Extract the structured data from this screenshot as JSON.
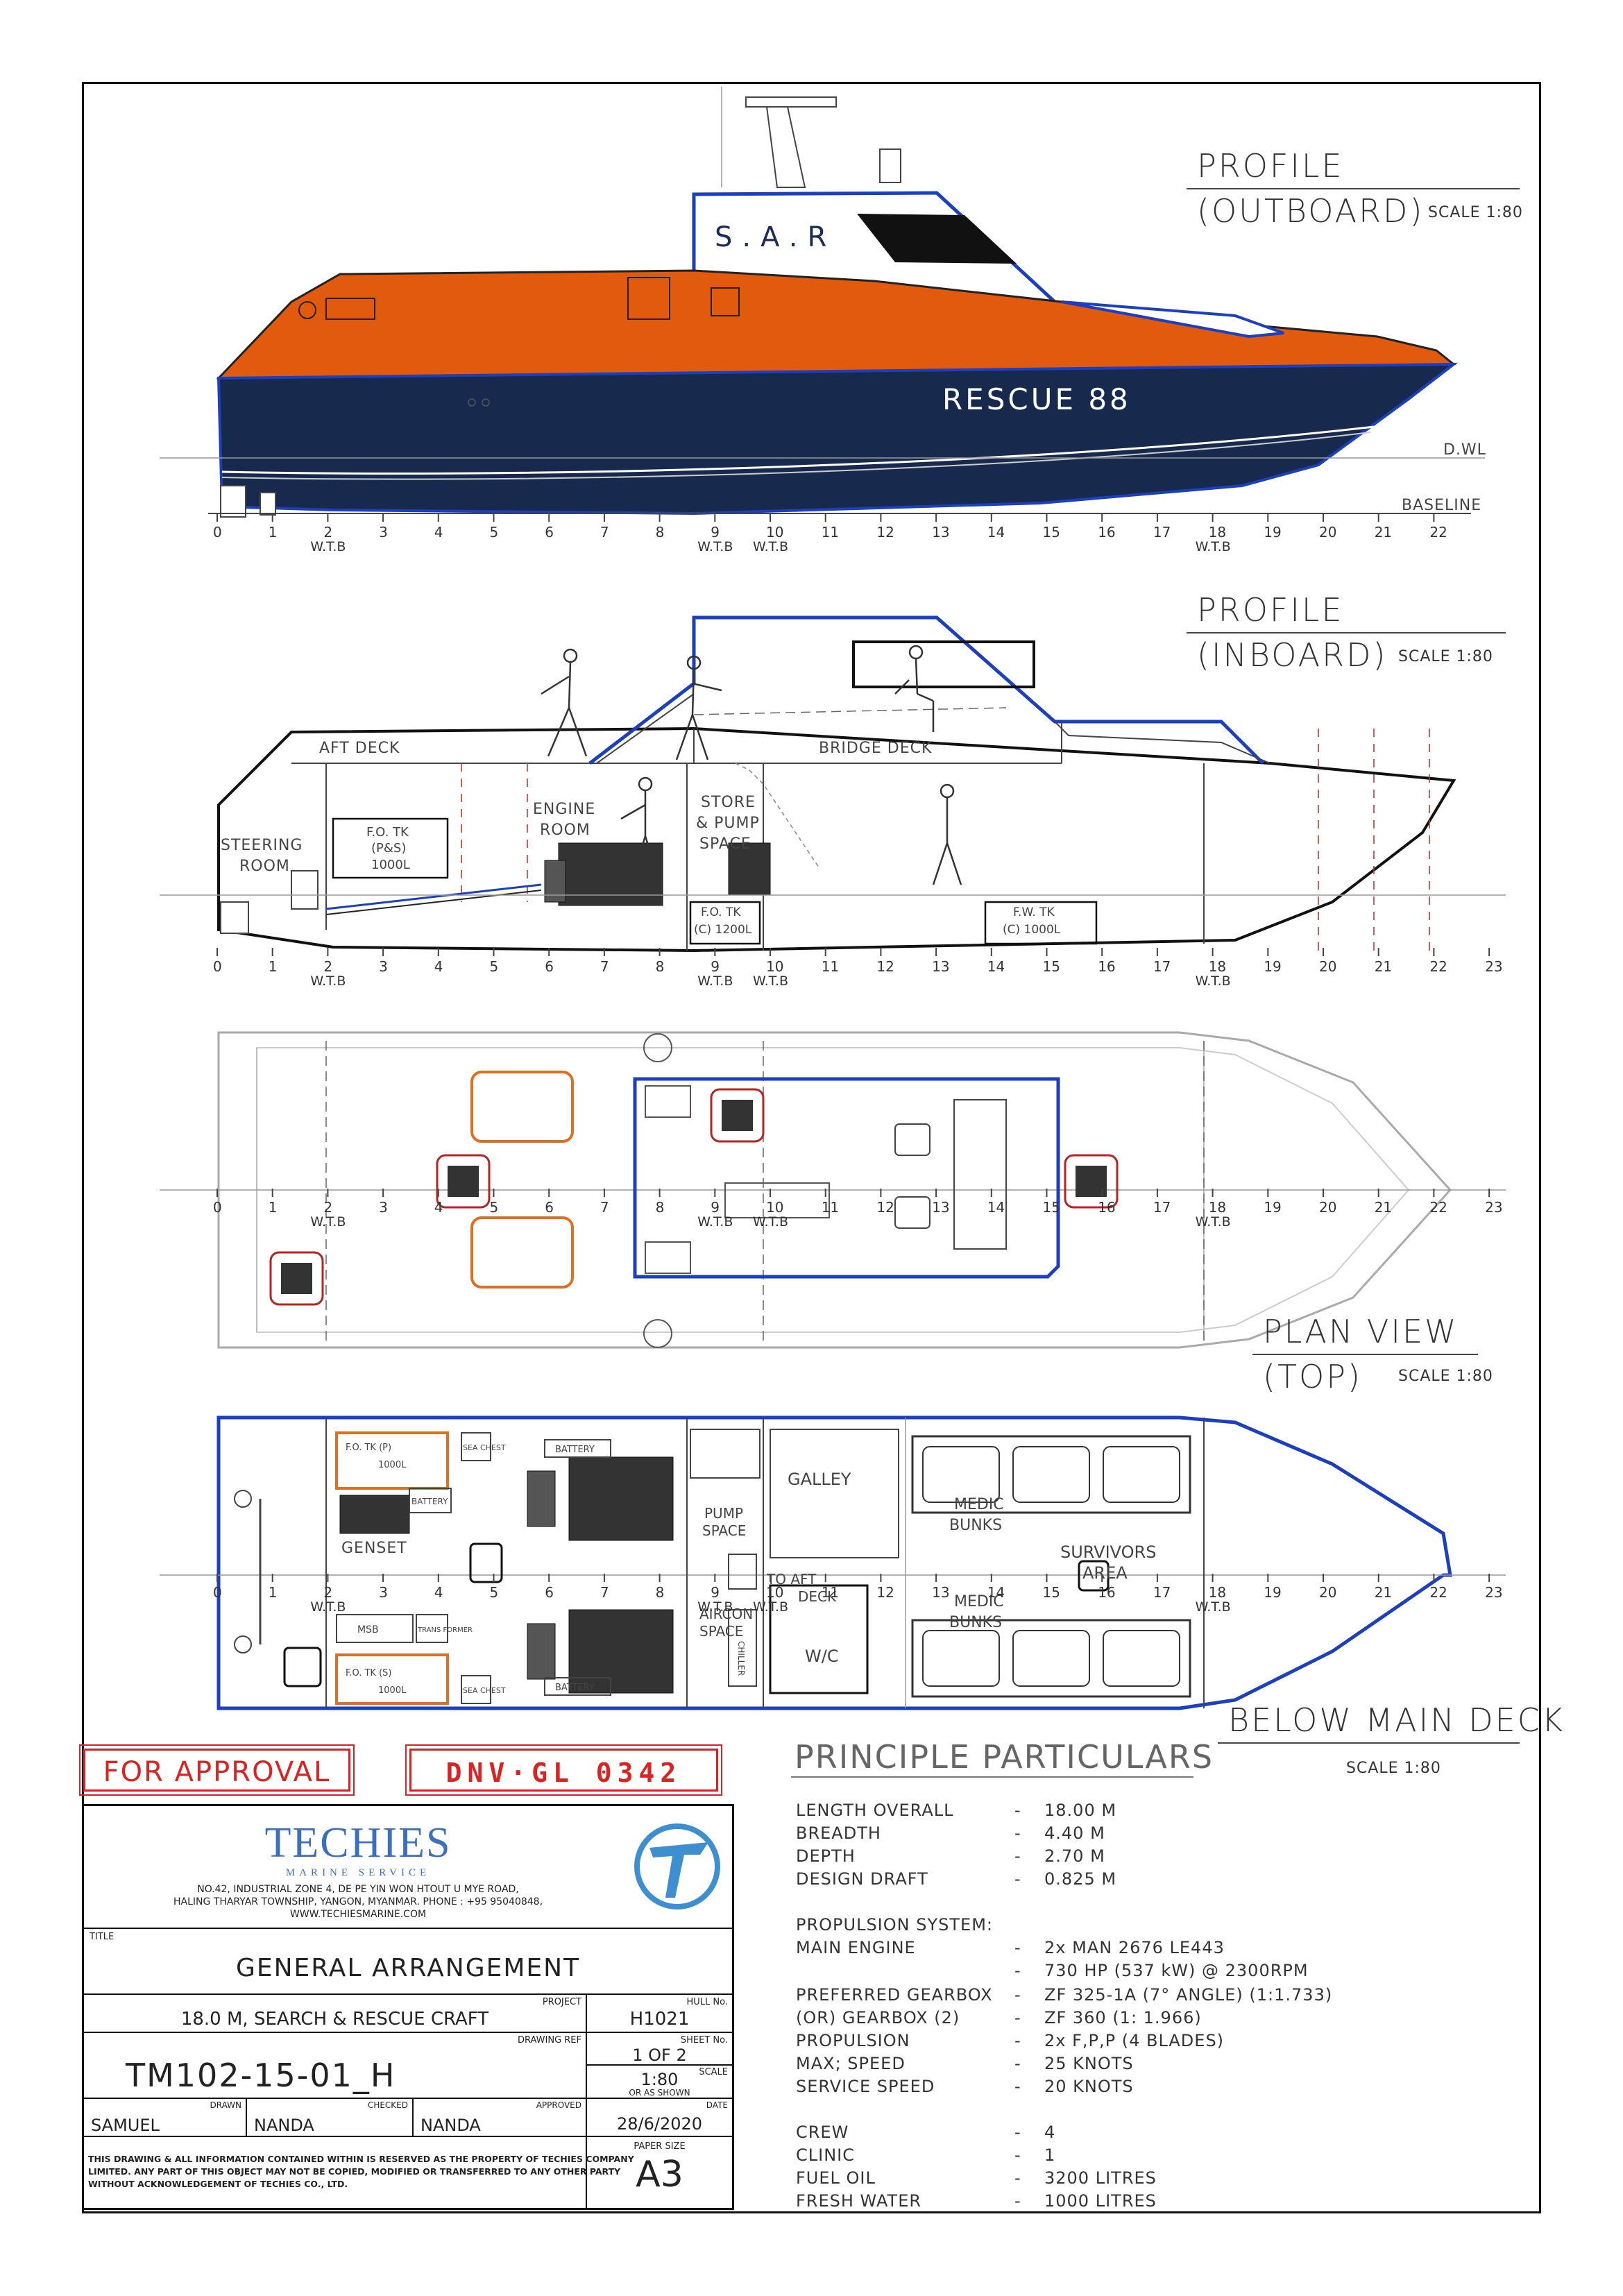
{
  "views": {
    "outboard": {
      "title1": "PROFILE",
      "title2": "(OUTBOARD)",
      "scale": "SCALE 1:80",
      "cabin_text": "S.A.R",
      "hull_text": "RESCUE 88",
      "dwl": "D.WL",
      "baseline": "BASELINE"
    },
    "inboard": {
      "title1": "PROFILE",
      "title2": "(INBOARD)",
      "scale": "SCALE 1:80"
    },
    "plan": {
      "title1": "PLAN VIEW",
      "title2": "(TOP)",
      "scale": "SCALE 1:80"
    },
    "below": {
      "title": "BELOW MAIN DECK",
      "scale": "SCALE 1:80"
    }
  },
  "frames": [
    "0",
    "1",
    "2",
    "3",
    "4",
    "5",
    "6",
    "7",
    "8",
    "9",
    "10",
    "11",
    "12",
    "13",
    "14",
    "15",
    "16",
    "17",
    "18",
    "19",
    "20",
    "21",
    "22",
    "23"
  ],
  "wtb_label": "W.T.B",
  "inboard_labels": {
    "aft_deck": "AFT DECK",
    "bridge_deck": "BRIDGE DECK",
    "steering_1": "STEERING",
    "steering_2": "ROOM",
    "fo_tk_1": "F.O. TK",
    "fo_tk_2": "(P&S)",
    "fo_tk_3": "1000L",
    "engine_1": "ENGINE",
    "engine_2": "ROOM",
    "store_1": "STORE",
    "store_2": "& PUMP",
    "store_3": "SPACE",
    "fo_c_1": "F.O. TK",
    "fo_c_2": "(C) 1200L",
    "fw_1": "F.W. TK",
    "fw_2": "(C) 1000L"
  },
  "below_labels": {
    "fo_p": "F.O. TK (P)",
    "fo_p_vol": "1000L",
    "fo_s": "F.O. TK (S)",
    "fo_s_vol": "1000L",
    "sea_chest": "SEA CHEST",
    "battery": "BATTERY",
    "genset": "GENSET",
    "msb": "MSB",
    "transformer": "TRANS FORMER",
    "pump_space_1": "PUMP",
    "pump_space_2": "SPACE",
    "aircon_1": "AIRCON",
    "aircon_2": "SPACE",
    "chiller": "CHILLER",
    "galley": "GALLEY",
    "to_aft_deck_1": "TO AFT",
    "to_aft_deck_2": "DECK",
    "wc": "W/C",
    "medic_1": "MEDIC",
    "medic_2": "BUNKS",
    "survivors_1": "SURVIVORS",
    "survivors_2": "AREA"
  },
  "stamps": {
    "approval": "FOR APPROVAL",
    "class": "DNV·GL 0342"
  },
  "company": {
    "name": "TECHIES",
    "sub": "MARINE SERVICE",
    "addr1": "NO.42, INDUSTRIAL ZONE 4, DE PE YIN WON HTOUT U MYE ROAD,",
    "addr2": "HALING THARYAR TOWNSHIP, YANGON, MYANMAR. PHONE : +95 95040848,",
    "addr3": "WWW.TECHIESMARINE.COM"
  },
  "title_block": {
    "title_label": "TITLE",
    "title": "GENERAL ARRANGEMENT",
    "project_label": "PROJECT",
    "project": "18.0 M, SEARCH & RESCUE CRAFT",
    "hull_label": "HULL No.",
    "hull": "H1021",
    "drawing_ref_label": "DRAWING REF",
    "drawing_ref": "TM102-15-01_H",
    "sheet_label": "SHEET No.",
    "sheet": "1 OF 2",
    "scale_label": "SCALE",
    "scale": "1:80",
    "scale_note": "OR AS SHOWN",
    "drawn_label": "DRAWN",
    "drawn": "SAMUEL",
    "checked_label": "CHECKED",
    "checked": "NANDA",
    "approved_label": "APPROVED",
    "approved": "NANDA",
    "date_label": "DATE",
    "date": "28/6/2020",
    "paper_label": "PAPER SIZE",
    "paper": "A3",
    "disclaimer1": "THIS DRAWING & ALL INFORMATION CONTAINED WITHIN IS RESERVED AS THE PROPERTY OF TECHIES COMPANY",
    "disclaimer2": "LIMITED. ANY PART OF THIS OBJECT MAY NOT BE COPIED, MODIFIED OR TRANSFERRED TO ANY OTHER PARTY",
    "disclaimer3": "WITHOUT ACKNOWLEDGEMENT OF TECHIES CO., LTD."
  },
  "particulars": {
    "title": "PRINCIPLE PARTICULARS",
    "rows": [
      {
        "k": "LENGTH OVERALL",
        "v": "18.00   M"
      },
      {
        "k": "BREADTH",
        "v": "4.40   M"
      },
      {
        "k": "DEPTH",
        "v": "2.70   M"
      },
      {
        "k": "DESIGN DRAFT",
        "v": "0.825 M"
      },
      {
        "k": "PROPULSION SYSTEM:",
        "v": ""
      },
      {
        "k": "MAIN ENGINE",
        "v": "2x MAN 2676 LE443"
      },
      {
        "k": "",
        "v": "730 HP (537 kW) @ 2300RPM"
      },
      {
        "k": "PREFERRED GEARBOX",
        "v": "ZF 325-1A (7° ANGLE) (1:1.733)"
      },
      {
        "k": "(OR) GEARBOX (2)",
        "v": "ZF 360 (1: 1.966)"
      },
      {
        "k": "PROPULSION",
        "v": "2x F,P,P (4 BLADES)"
      },
      {
        "k": "MAX; SPEED",
        "v": "25 KNOTS"
      },
      {
        "k": "SERVICE SPEED",
        "v": "20  KNOTS"
      },
      {
        "k": "CREW",
        "v": "4"
      },
      {
        "k": "CLINIC",
        "v": "1"
      },
      {
        "k": "FUEL OIL",
        "v": "3200       LITRES"
      },
      {
        "k": "FRESH WATER",
        "v": "1000       LITRES"
      }
    ]
  }
}
